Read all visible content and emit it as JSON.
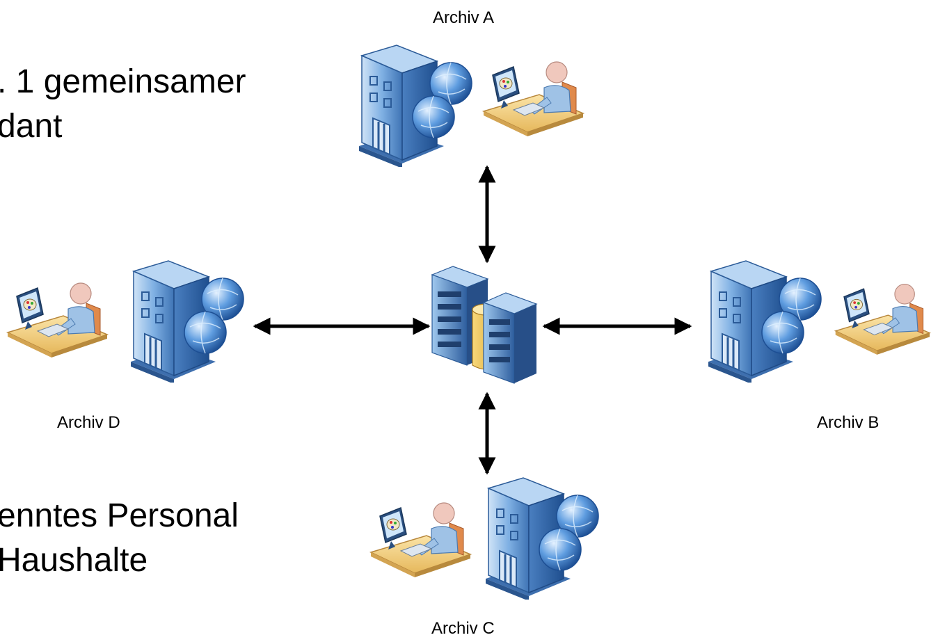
{
  "slide_text": {
    "top_line1": ". 1 gemeinsamer",
    "top_line2": "dant",
    "bottom_line1": "enntes Personal",
    "bottom_line2": "Haushalte"
  },
  "archives": {
    "a": {
      "label": "Archiv A"
    },
    "b": {
      "label": "Archiv B"
    },
    "c": {
      "label": "Archiv C"
    },
    "d": {
      "label": "Archiv D"
    }
  },
  "icons": {
    "building": "office-building-globe-icon",
    "user": "user-workstation-icon",
    "server": "central-server-icon"
  },
  "colors": {
    "building_blue": "#5d93cf",
    "arrow": "#000000",
    "desk": "#f3cf7a"
  }
}
